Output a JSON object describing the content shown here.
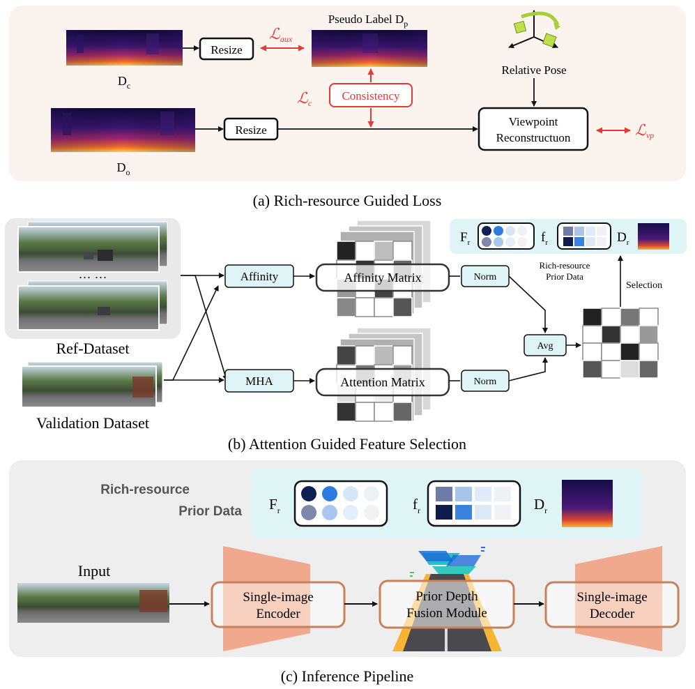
{
  "panel_a": {
    "caption": "(a) Rich-resource Guided Loss",
    "pseudo_label": "Pseudo Label D",
    "pseudo_label_sub": "p",
    "resize_top": "Resize",
    "resize_bottom": "Resize",
    "dc_main": "D",
    "dc_sub": "c",
    "do_main": "D",
    "do_sub": "o",
    "l_aux_main": "ℒ",
    "l_aux_sub": "aux",
    "l_c_main": "ℒ",
    "l_c_sub": "c",
    "consistency": "Consistency",
    "relative_pose": "Relative Pose",
    "viewpoint_line1": "Viewpoint",
    "viewpoint_line2": "Reconstructuon",
    "l_vp_main": "ℒ",
    "l_vp_sub": "vp"
  },
  "panel_b": {
    "caption": "(b) Attention Guided Feature Selection",
    "ref_dataset": "Ref-Dataset",
    "ellipsis": "··· ···",
    "validation_dataset": "Validation Dataset",
    "affinity": "Affinity",
    "mha": "MHA",
    "affinity_matrix": "Affinity Matrix",
    "attention_matrix": "Attention Matrix",
    "norm_top": "Norm",
    "norm_bottom": "Norm",
    "avg": "Avg",
    "selection": "Selection",
    "prior_line1": "Rich-resource",
    "prior_line2": "Prior Data",
    "F_main": "F",
    "F_sub": "r",
    "f_main": "f",
    "f_sub": "r",
    "D_main": "D",
    "D_sub": "r"
  },
  "panel_c": {
    "caption": "(c) Inference Pipeline",
    "prior_line1": "Rich-resource",
    "prior_line2": "Prior Data",
    "F_main": "F",
    "F_sub": "r",
    "f_main": "f",
    "f_sub": "r",
    "D_main": "D",
    "D_sub": "r",
    "input": "Input",
    "encoder_line1": "Single-image",
    "encoder_line2": "Encoder",
    "fusion_line1": "Prior Depth",
    "fusion_line2": "Fusion Module",
    "decoder_line1": "Single-image",
    "decoder_line2": "Decoder"
  },
  "colors": {
    "panel_a_bg": "#fbf3ee",
    "panel_c_bg": "#eeeeee",
    "cyan_box": "#dff5f5",
    "loss_red": "#e53935",
    "orange_stroke": "#c8815a",
    "trapezoid_fill": "#f0a98d"
  }
}
